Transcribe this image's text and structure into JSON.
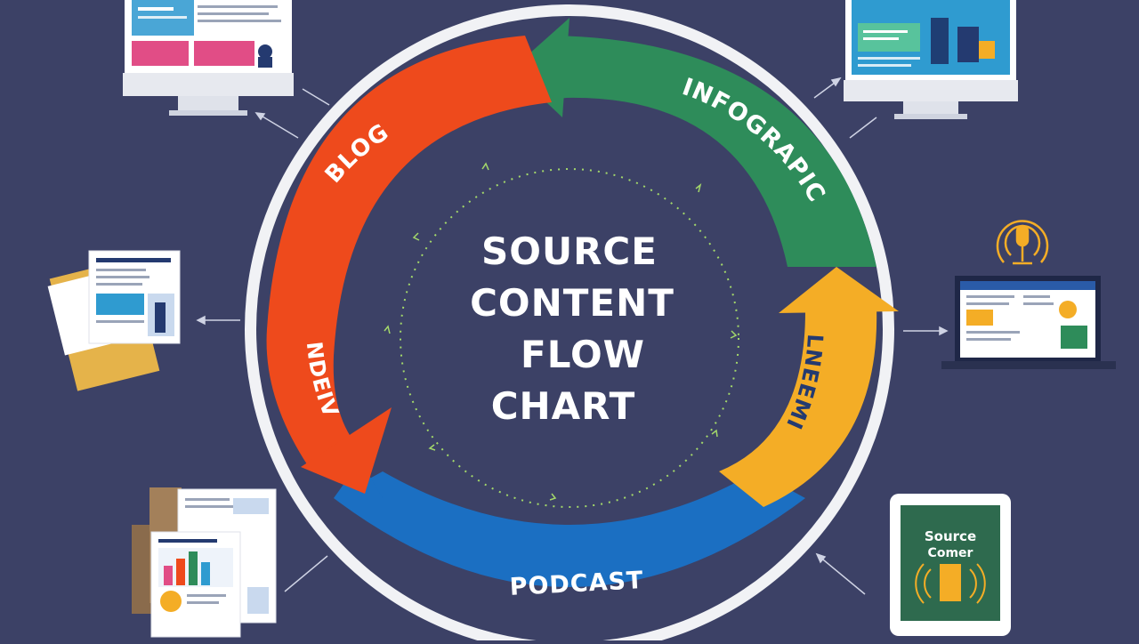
{
  "title_lines": [
    "SOURCE",
    "CONTENT",
    "FLOW",
    "CHART"
  ],
  "segments": {
    "blog": "BLOG",
    "infographic": "INFOGRAPIC",
    "webinar": "LNEEMI",
    "podcast": "PODCAST",
    "video": "NDEIV"
  },
  "tablet_cover": {
    "line1": "Source",
    "line2": "Comer"
  },
  "colors": {
    "background": "#3c4166",
    "ring": "#f1f2f5",
    "blog": "#ee4a1c",
    "infographic": "#2e8c5a",
    "webinar": "#f4ad26",
    "podcast": "#1b6fc2",
    "text_light": "#ffffff",
    "text_dark": "#243a70",
    "dotted": "#a3d86a"
  },
  "icons": [
    "desktop-monitor-icon",
    "monitor-icon",
    "document-stack-icon",
    "microphone-icon",
    "laptop-icon",
    "papers-icon",
    "tablet-icon"
  ]
}
